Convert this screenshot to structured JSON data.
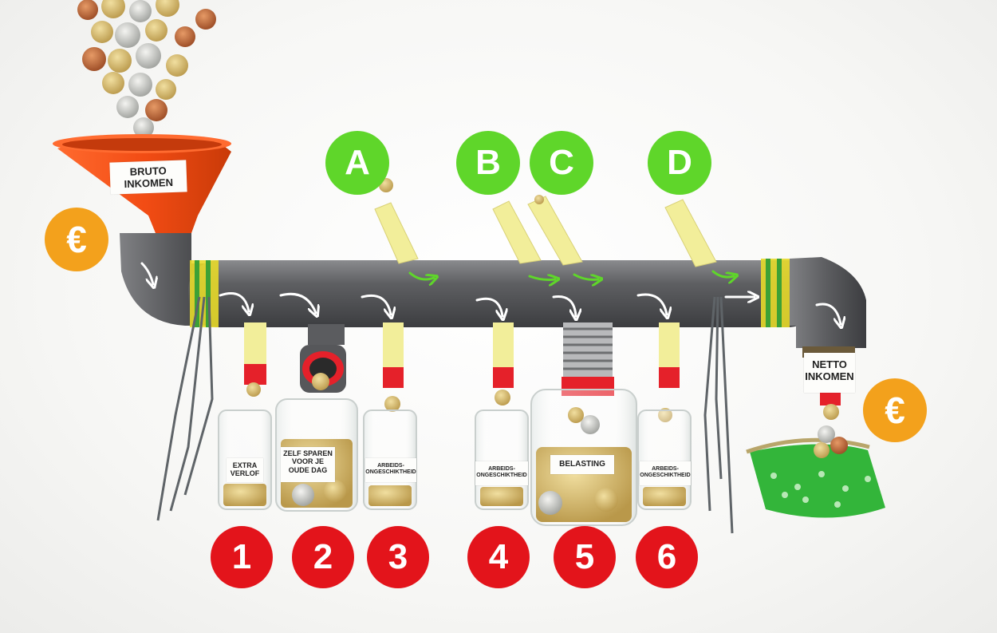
{
  "colors": {
    "number_badge": "#e3141b",
    "letter_badge": "#5fd62a",
    "euro_badge": "#f3a11c",
    "funnel": "#f24c14",
    "pipe": "#5b5c5f",
    "straw": "#f2ee9a",
    "cap": "#e5212a",
    "purse": "#33b53a"
  },
  "labels": {
    "bruto_line1": "BRUTO",
    "bruto_line2": "INKOMEN",
    "netto_line1": "NETTO",
    "netto_line2": "INKOMEN",
    "jar1_line1": "EXTRA",
    "jar1_line2": "VERLOF",
    "jar2_line1": "ZELF SPAREN",
    "jar2_line2": "VOOR JE",
    "jar2_line3": "OUDE DAG",
    "jar3_line1": "ARBEIDS-",
    "jar3_line2": "ONGESCHIKTHEID",
    "jar4_line1": "ARBEIDS-",
    "jar4_line2": "ONGESCHIKTHEID",
    "jar5_line1": "BELASTING",
    "jar6_line1": "ARBEIDS-",
    "jar6_line2": "ONGESCHIKTHEID"
  },
  "letter_badges": [
    "A",
    "B",
    "C",
    "D"
  ],
  "number_badges": [
    "1",
    "2",
    "3",
    "4",
    "5",
    "6"
  ],
  "euro_symbol": "€"
}
